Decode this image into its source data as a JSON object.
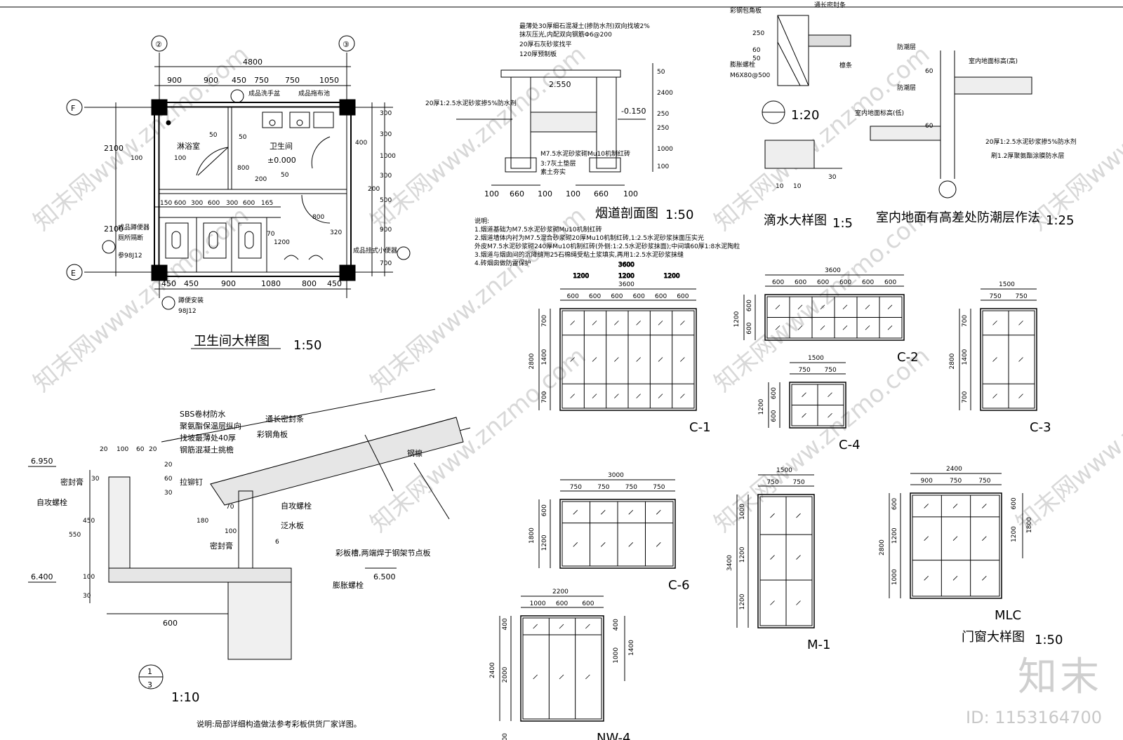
{
  "bathroom": {
    "title": "卫生间大样图",
    "scale": "1:50",
    "axis_left": "②",
    "axis_right": "③",
    "axis_top": "F",
    "axis_bottom": "E",
    "overall_width": "4800",
    "top_dims": [
      "900",
      "900",
      "450",
      "750",
      "750",
      "1050"
    ],
    "bottom_dims": [
      "450",
      "450",
      "900",
      "1080",
      "800",
      "450"
    ],
    "stall_dims": [
      "150",
      "600",
      "300",
      "600",
      "300",
      "600",
      "165"
    ],
    "right_dims": [
      "300",
      "300",
      "1000",
      "300",
      "200",
      "500",
      "900",
      "700"
    ],
    "left_dims": [
      "2100",
      "2100"
    ],
    "bath_room": "淋浴室",
    "toilet_room": "卫生间",
    "elevation": "±0.000",
    "label_washbasin": "成品洗手盆",
    "label_mop": "成品拖布池",
    "label_squat": "成品蹲便器",
    "label_partition": "厕所隔断",
    "label_ref1": "参98J12",
    "label_urinal": "成品挂式小便器",
    "label_install": "蹲便安装",
    "label_ref2": "98J12",
    "misc_dims": [
      "50",
      "100",
      "50",
      "100",
      "800",
      "200",
      "400",
      "800",
      "320",
      "1200",
      "70",
      "50"
    ]
  },
  "chimney": {
    "title": "烟道剖面图",
    "scale": "1:50",
    "notes_top": [
      "最薄处30厚细石混凝土(掺防水剂)双向找坡2%",
      "抹灰压光,内配双向钢筋Φ6@200",
      "20厚石灰砂浆找平",
      "120厚预制板"
    ],
    "labels": [
      "20厚1:2.5水泥砂浆掺5%防水剂",
      "M7.5水泥砂浆砌Mu10机制红砖",
      "3:7灰土垫层",
      "素土夯实"
    ],
    "elevations": [
      "2.550",
      "-0.150"
    ],
    "dims_bottom": [
      "100",
      "660",
      "100",
      "100",
      "660",
      "100"
    ],
    "dims_right": [
      "50",
      "2400",
      "250",
      "250",
      "1000",
      "100"
    ],
    "notes": [
      "说明:",
      "1.烟道基础为M7.5水泥砂浆砌Mu10机制红砖",
      "2.烟道墙体内衬为M7.5混合砂浆砌20厚Mu10机制红砖,1:2.5水泥砂浆抹面压实光",
      "  外皮M7.5水泥砂浆砌240厚Mu10机制红砖(外侧:1:2.5水泥砂浆抹面);中间填60厚1:8水泥陶粒",
      "3.烟道与烟囱间的沉降缝用25石棉绳受粘土浆填实,再用1:2.5水泥砂浆抹缝",
      "4.砖烟囱做防雷保护"
    ]
  },
  "drip": {
    "title": "滴水大样图",
    "scale": "1:5",
    "section_scale": "1:20",
    "labels": [
      "彩钢包角板",
      "通长密封条",
      "膨胀螺栓",
      "M6X80@500",
      "檩条"
    ],
    "dims": [
      "250",
      "60",
      "50",
      "10",
      "30",
      "10"
    ]
  },
  "damp": {
    "title": "室内地面有高差处防潮层作法",
    "scale": "1:25",
    "labels": [
      "防潮层",
      "室内地面标高(高)",
      "防潮层",
      "室内地面标高(低)",
      "20厚1:2.5水泥砂浆掺5%防水剂",
      "刷1.2厚聚氨酯涂膜防水层"
    ],
    "dims": [
      "60",
      "60"
    ]
  },
  "eave": {
    "ref": "1",
    "sheet": "3",
    "scale": "1:10",
    "layers": [
      "SBS卷材防水",
      "聚氨酯保温层纵向",
      "找坡最薄处40厚",
      "钢筋混凝土挑檐"
    ],
    "labels": [
      "通长密封条",
      "彩钢角板",
      "钢檩",
      "拉铆钉",
      "自攻螺栓",
      "泛水板",
      "密封膏",
      "密封膏",
      "彩板槽,两端焊于钢架节点板",
      "膨胀螺栓",
      "自攻螺栓"
    ],
    "elevations": [
      "6.950",
      "6.400",
      "6.500"
    ],
    "dims_top": [
      "20",
      "100",
      "60",
      "20"
    ],
    "dims_left": [
      "30",
      "450",
      "550",
      "100",
      "30"
    ],
    "dims_misc": [
      "20",
      "60",
      "30",
      "70",
      "180",
      "100",
      "6"
    ],
    "width": "600",
    "note": "说明:局部详细构造做法参考彩板供货厂家详图。"
  },
  "windows": {
    "title": "门窗大样图",
    "scale": "1:50",
    "items": [
      {
        "name": "C-1",
        "width": "3600",
        "sub": [
          "1200",
          "1200",
          "1200"
        ],
        "cells": [
          "600",
          "600",
          "600",
          "600",
          "600",
          "600"
        ],
        "height": "2800",
        "rows": [
          "700",
          "1400",
          "700"
        ]
      },
      {
        "name": "C-2",
        "width": "3600",
        "cells": [
          "600",
          "600",
          "600",
          "600",
          "600",
          "600"
        ],
        "height": "1200",
        "rows": [
          "600",
          "600"
        ]
      },
      {
        "name": "C-3",
        "width": "1500",
        "cells": [
          "750",
          "750"
        ],
        "height": "2800",
        "rows": [
          "700",
          "1400",
          "700"
        ]
      },
      {
        "name": "C-4",
        "width": "1500",
        "cells": [
          "750",
          "750"
        ],
        "height": "1200",
        "rows": [
          "600",
          "600"
        ]
      },
      {
        "name": "C-6",
        "width": "3000",
        "cells": [
          "750",
          "750",
          "750",
          "750"
        ],
        "height": "1800",
        "rows": [
          "600",
          "1200"
        ]
      },
      {
        "name": "M-1",
        "width": "1500",
        "cells": [
          "750",
          "750"
        ],
        "height": "3400",
        "rows": [
          "1000",
          "1200",
          "1200"
        ]
      },
      {
        "name": "MLC",
        "width": "2400",
        "cells": [
          "900",
          "750",
          "750"
        ],
        "height": "2800",
        "rows": [
          "600",
          "1200",
          "1000"
        ],
        "right_height": "1800",
        "right_rows": [
          "600",
          "1200"
        ]
      },
      {
        "name": "NW-4",
        "width": "2200",
        "cells": [
          "1000",
          "600",
          "600"
        ],
        "height": "2400",
        "rows": [
          "400",
          "2000"
        ],
        "right_height": "1400",
        "right_rows": [
          "400",
          "1000"
        ],
        "extra": "1000"
      }
    ]
  },
  "brand": {
    "logo": "知末",
    "id": "ID: 1153164700"
  },
  "watermark": "知末网www.znzmo.com"
}
